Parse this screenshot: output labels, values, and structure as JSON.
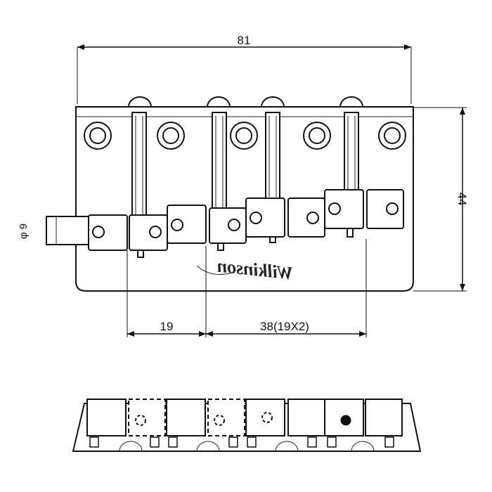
{
  "dimensions": {
    "width": "81",
    "height": "44",
    "screw_diameter": "φ 9",
    "spacing_first": "19",
    "spacing_total": "38(19X2)"
  },
  "logo": {
    "text": "Wilkinson",
    "visible_text": "Wilkinson"
  }
}
